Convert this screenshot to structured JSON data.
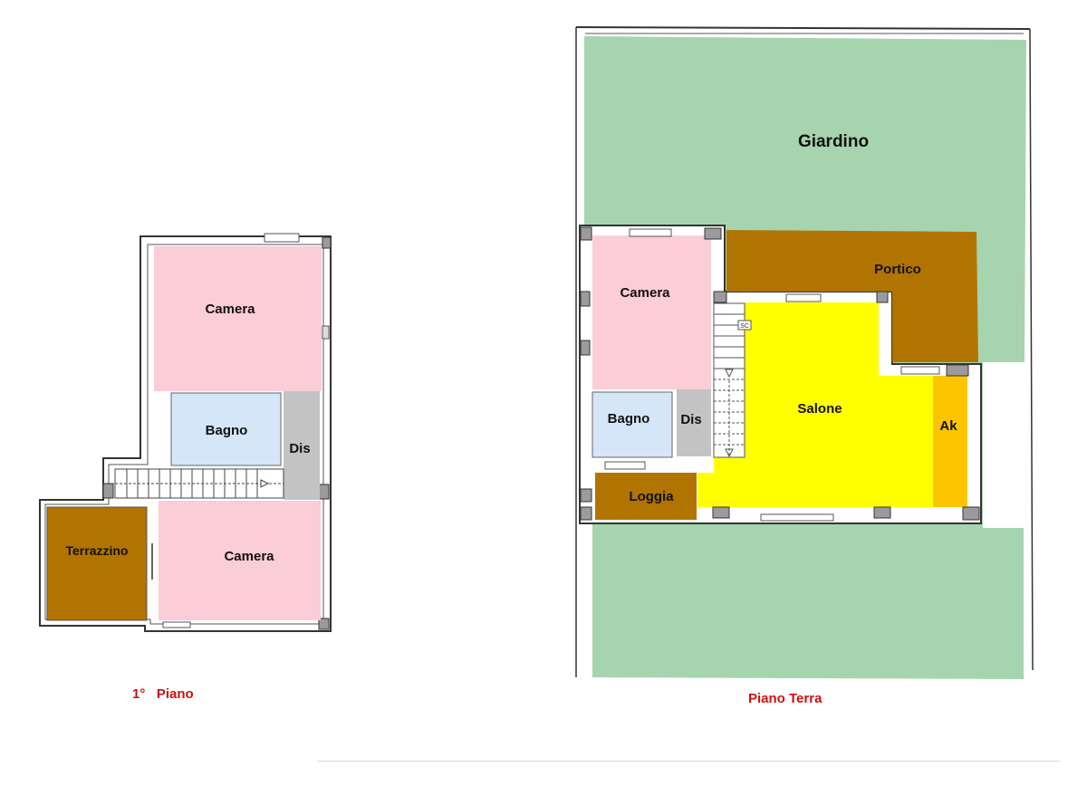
{
  "first_floor": {
    "caption_number": "1°",
    "caption_name": "Piano",
    "rooms": {
      "camera_top": "Camera",
      "bagno": "Bagno",
      "dis": "Dis",
      "terrazzino": "Terrazzino",
      "camera_bottom": "Camera"
    }
  },
  "ground_floor": {
    "caption": "Piano Terra",
    "rooms": {
      "giardino": "Giardino",
      "portico": "Portico",
      "camera": "Camera",
      "salone": "Salone",
      "ak": "Ak",
      "bagno": "Bagno",
      "dis": "Dis",
      "loggia": "Loggia",
      "stair_mark": "SC"
    }
  },
  "colors": {
    "camera": "#fbcdd6",
    "bagno": "#d5e6f8",
    "dis": "#c3c3c3",
    "terrace": "#b27400",
    "giardino": "#a6d4ae",
    "salone": "#ffff00",
    "ak": "#fcc500",
    "caption": "#cc1111"
  }
}
